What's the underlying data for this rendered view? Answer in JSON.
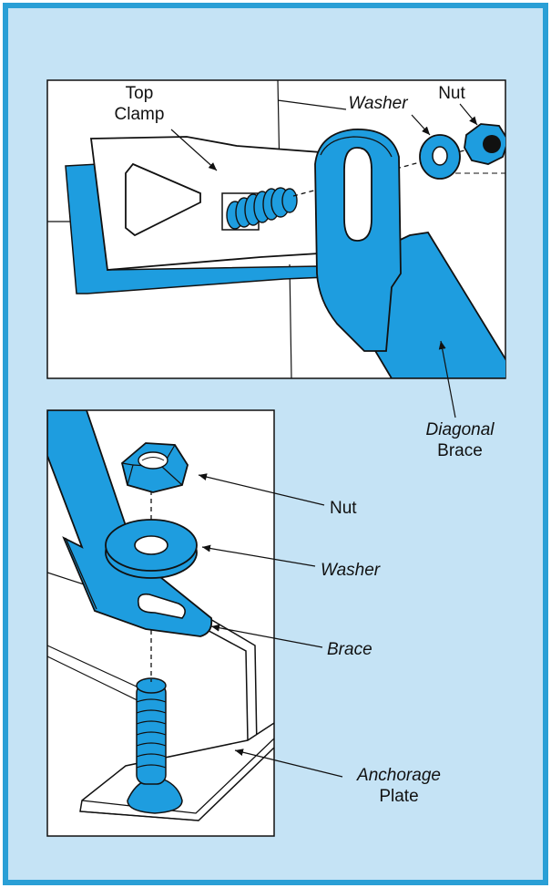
{
  "colors": {
    "background": "#c5e3f5",
    "border": "#2a9fd6",
    "part_blue": "#1e9ddf",
    "outline": "#111111",
    "panel": "#ffffff"
  },
  "top_panel": {
    "labels": {
      "top_clamp_line1": "Top",
      "top_clamp_line2": "Clamp",
      "washer": "Washer",
      "nut": "Nut",
      "diagonal_brace_line1": "Diagonal",
      "diagonal_brace_line2": "Brace"
    }
  },
  "bottom_panel": {
    "labels": {
      "nut": "Nut",
      "washer": "Washer",
      "brace": "Brace",
      "anchorage_plate_line1": "Anchorage",
      "anchorage_plate_line2": "Plate"
    }
  }
}
